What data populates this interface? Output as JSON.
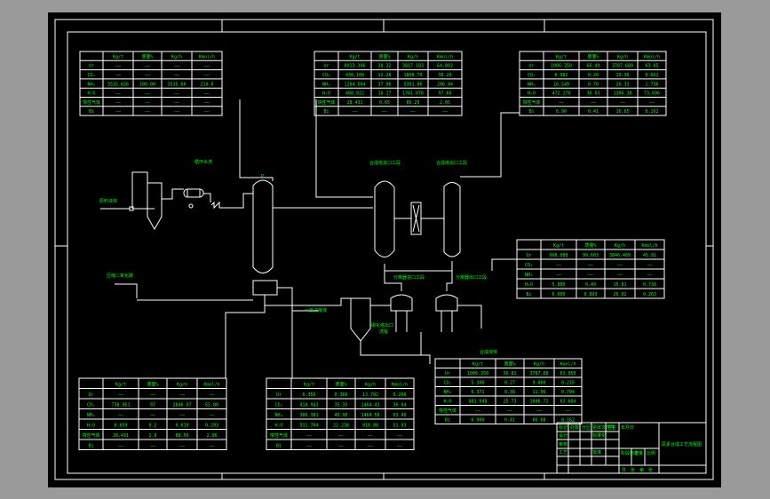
{
  "colors": {
    "background": "#000000",
    "lines": "#ffffff",
    "text": "#00ff00",
    "viewport": "#9a9a9a"
  },
  "labels": {
    "feed_in": "原料液体",
    "recycle": "循环水洗",
    "air_in": "压缩二氧化碳",
    "gas_out": "一级冷凝液",
    "rxn1": "合成塔进口工段",
    "rxn2": "合成塔出口工段",
    "sep1": "分离器进口工段",
    "sep2": "分离器出口工段",
    "product": "合成液体",
    "sep_out": "碳化塔出口",
    "sep_out2": "流程",
    "marker": "P"
  },
  "tables": {
    "t1": {
      "headers": [
        "",
        "Kg/t",
        "质量%",
        "Kg/h",
        "Kmol/h"
      ],
      "rows": [
        [
          "Ur",
          "——",
          "——",
          "——",
          "——"
        ],
        [
          "CO₂",
          "——",
          "——",
          "——",
          "——"
        ],
        [
          "NH₃",
          "3535.826",
          "100.00",
          "3535.60",
          "210.0"
        ],
        [
          "H₂O",
          "——",
          "——",
          "——",
          "——"
        ],
        [
          "惰性气体",
          "——",
          "——",
          "——",
          "——"
        ],
        [
          "Bi",
          "——",
          "——",
          "——",
          "——"
        ]
      ]
    },
    "t2": {
      "headers": [
        "",
        "Kg/t",
        "质量%",
        "Kg/h",
        "Kmol/h"
      ],
      "rows": [
        [
          "Ur",
          "8913.306",
          "38.32",
          "3817.183",
          "64.802"
        ],
        [
          "CO₂",
          "430.109",
          "12.28",
          "1808.79",
          "38.29"
        ],
        [
          "NH₃",
          "1284.564",
          "37.96",
          "5301.06",
          "296.94"
        ],
        [
          "H₂O",
          "408.922",
          "10.17",
          "1761.076",
          "97.60"
        ],
        [
          "惰性气体",
          "28.431",
          "0.65",
          "86.25",
          "2.05"
        ],
        [
          "Bi",
          "——",
          "——",
          "——",
          "——"
        ]
      ]
    },
    "t3": {
      "headers": [
        "",
        "Kg/t",
        "质量%",
        "Kg/h",
        "Kmol/h"
      ],
      "rows": [
        [
          "Ur",
          "1006.350",
          "66.49",
          "3787.680",
          "63.05"
        ],
        [
          "CO₂",
          "6.982",
          "0.20",
          "19.36",
          "0.661"
        ],
        [
          "NH₃",
          "16.549",
          "0.70",
          "20.33",
          "1.736"
        ],
        [
          "H₂O",
          "472.170",
          "30.03",
          "1306.38",
          "73.696"
        ],
        [
          "惰性气体",
          "——",
          "——",
          "——",
          "——"
        ],
        [
          "Bi",
          "6.90",
          "0.41",
          "16.65",
          "0.162"
        ]
      ]
    },
    "t4": {
      "headers": [
        "",
        "Kg/t",
        "质量%",
        "Kg/h",
        "Kmol/h"
      ],
      "rows": [
        [
          "Ur",
          "998.088",
          "99.603",
          "3846.489",
          "45.81"
        ],
        [
          "CO₂",
          "——",
          "——",
          "——",
          "——"
        ],
        [
          "NH₃",
          "——",
          "——",
          "——",
          "——"
        ],
        [
          "H₂O",
          "5.800",
          "0.49",
          "15.81",
          "0.738"
        ],
        [
          "Bi",
          "6.000",
          "0.893",
          "26.02",
          "0.263"
        ]
      ]
    },
    "t5": {
      "headers": [
        "",
        "Kg/t",
        "质量%",
        "Kg/h",
        "Kmol/h"
      ],
      "rows": [
        [
          "Ur",
          "1006.350",
          "36.81",
          "3787.68",
          "63.058"
        ],
        [
          "CO₂",
          "5.346",
          "0.27",
          "9.800",
          "0.216"
        ],
        [
          "NH₃",
          "6.371",
          "0.38",
          "11.06",
          "0.794"
        ],
        [
          "H₂O",
          "481.048",
          "25.73",
          "1848.72",
          "63.684"
        ],
        [
          "惰性气体",
          "——",
          "——",
          "——",
          "——"
        ],
        [
          "Bi",
          "6.900",
          "0.41",
          "66.68",
          "0.162"
        ]
      ]
    },
    "t6": {
      "headers": [
        "",
        "Kg/t",
        "质量%",
        "Kg/h",
        "Kmol/h"
      ],
      "rows": [
        [
          "Ur",
          "——",
          "——",
          "——",
          "——"
        ],
        [
          "CO₂",
          "738.951",
          "97",
          "2846.07",
          "65.00"
        ],
        [
          "NH₃",
          "——",
          "——",
          "——",
          "——"
        ],
        [
          "H₂O",
          "0.659",
          "0.2",
          "0.619",
          "0.293"
        ],
        [
          "惰性气体",
          "28.431",
          "2.8",
          "88.56",
          "2.06"
        ],
        [
          "Bi",
          "——",
          "——",
          "——",
          "——"
        ]
      ]
    },
    "t7": {
      "headers": [
        "",
        "Kg/t",
        "质量%",
        "Kg/h",
        "Kmol/h"
      ],
      "rows": [
        [
          "Ur",
          "6.356",
          "0.366",
          "13.792",
          "0.268"
        ],
        [
          "CO₂",
          "418.943",
          "35.35",
          "1464.43",
          "36.64"
        ],
        [
          "NH₃",
          "386.381",
          "40.90",
          "1464.58",
          "63.40"
        ],
        [
          "H₂O",
          "531.764",
          "22.238",
          "918.80",
          "51.03"
        ],
        [
          "惰性气体",
          "——",
          "——",
          "——",
          "——"
        ],
        [
          "Bi",
          "——",
          "——",
          "——",
          "——"
        ]
      ]
    }
  },
  "title_block": {
    "drawing_title": "尿素合成工艺流程图",
    "r1": [
      "标记",
      "处数",
      "分区",
      "更改文件号",
      "签名",
      "年月日"
    ],
    "r2": [
      "设计",
      "",
      "",
      "标准化",
      "",
      ""
    ],
    "r3": [
      "审核",
      "",
      "",
      "",
      "",
      ""
    ],
    "r4": [
      "工艺",
      "",
      "",
      "批准",
      "",
      ""
    ],
    "r5": [
      "阶段标记",
      "重量",
      "比例"
    ],
    "r6": [
      "共",
      "张",
      "第",
      "张"
    ]
  }
}
